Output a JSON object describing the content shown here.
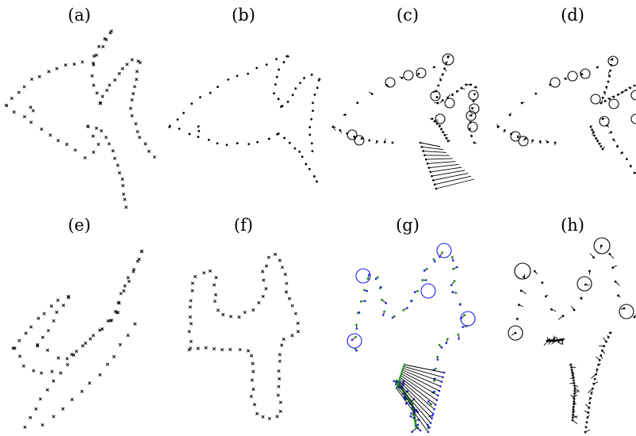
{
  "panels": [
    {
      "id": "a",
      "label": "(a)"
    },
    {
      "id": "b",
      "label": "(b)"
    },
    {
      "id": "c",
      "label": "(c)"
    },
    {
      "id": "d",
      "label": "(d)"
    },
    {
      "id": "e",
      "label": "(e)"
    },
    {
      "id": "f",
      "label": "(f)"
    },
    {
      "id": "g",
      "label": "(g)"
    },
    {
      "id": "h",
      "label": "(h)"
    }
  ],
  "colors": {
    "points": "#000000",
    "circles_gh": "#1a1aee",
    "circles_cd": "#000000",
    "green_points": "#1c8c1c",
    "blue_points": "#1a1aee"
  }
}
